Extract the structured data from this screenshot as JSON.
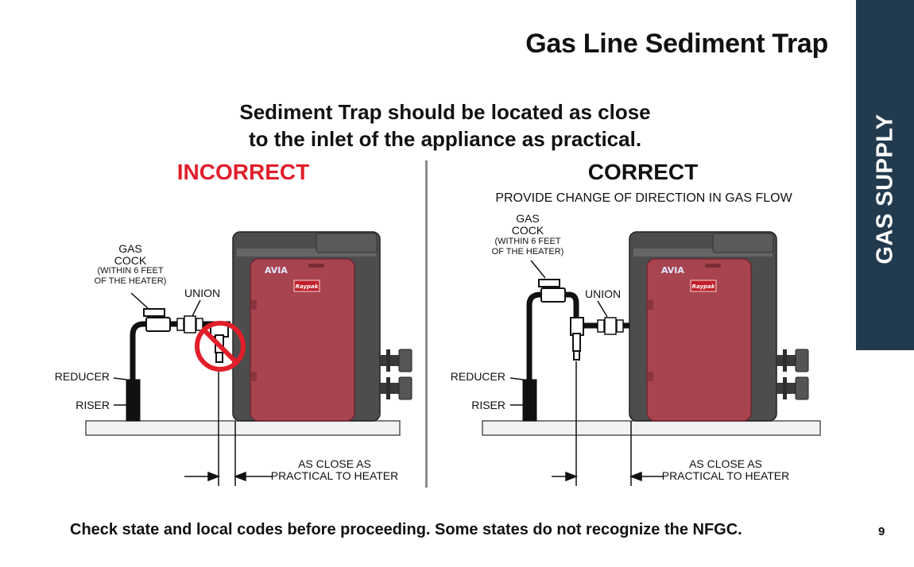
{
  "page": {
    "title": "Gas Line Sediment Trap",
    "side_tab": "GAS SUPPLY",
    "subtitle_line1": "Sediment Trap should be located as close",
    "subtitle_line2": "to the inlet of the appliance as practical.",
    "footer": "Check state and local codes before proceeding. Some states do not recognize the NFGC.",
    "page_number": "9"
  },
  "incorrect": {
    "heading": "INCORRECT",
    "gas_cock_line1": "GAS",
    "gas_cock_line2": "COCK",
    "gas_cock_line3": "(WITHIN 6 FEET",
    "gas_cock_line4": "OF THE HEATER)",
    "union": "UNION",
    "reducer": "REDUCER",
    "riser": "RISER",
    "close_line1": "AS CLOSE AS",
    "close_line2": "PRACTICAL TO HEATER",
    "brand": "Raypak",
    "badge": "AVIA"
  },
  "correct": {
    "heading": "CORRECT",
    "note": "PROVIDE CHANGE OF DIRECTION IN GAS FLOW",
    "gas_cock_line1": "GAS",
    "gas_cock_line2": "COCK",
    "gas_cock_line3": "(WITHIN 6 FEET",
    "gas_cock_line4": "OF THE HEATER)",
    "union": "UNION",
    "reducer": "REDUCER",
    "riser": "RISER",
    "close_line1": "AS CLOSE AS",
    "close_line2": "PRACTICAL TO HEATER",
    "brand": "Raypak",
    "badge": "AVIA"
  },
  "colors": {
    "side_tab": "#223a4e",
    "incorrect": "#e01f2a",
    "heater_body": "#a8444f",
    "heater_frame": "#4a4a4a"
  }
}
